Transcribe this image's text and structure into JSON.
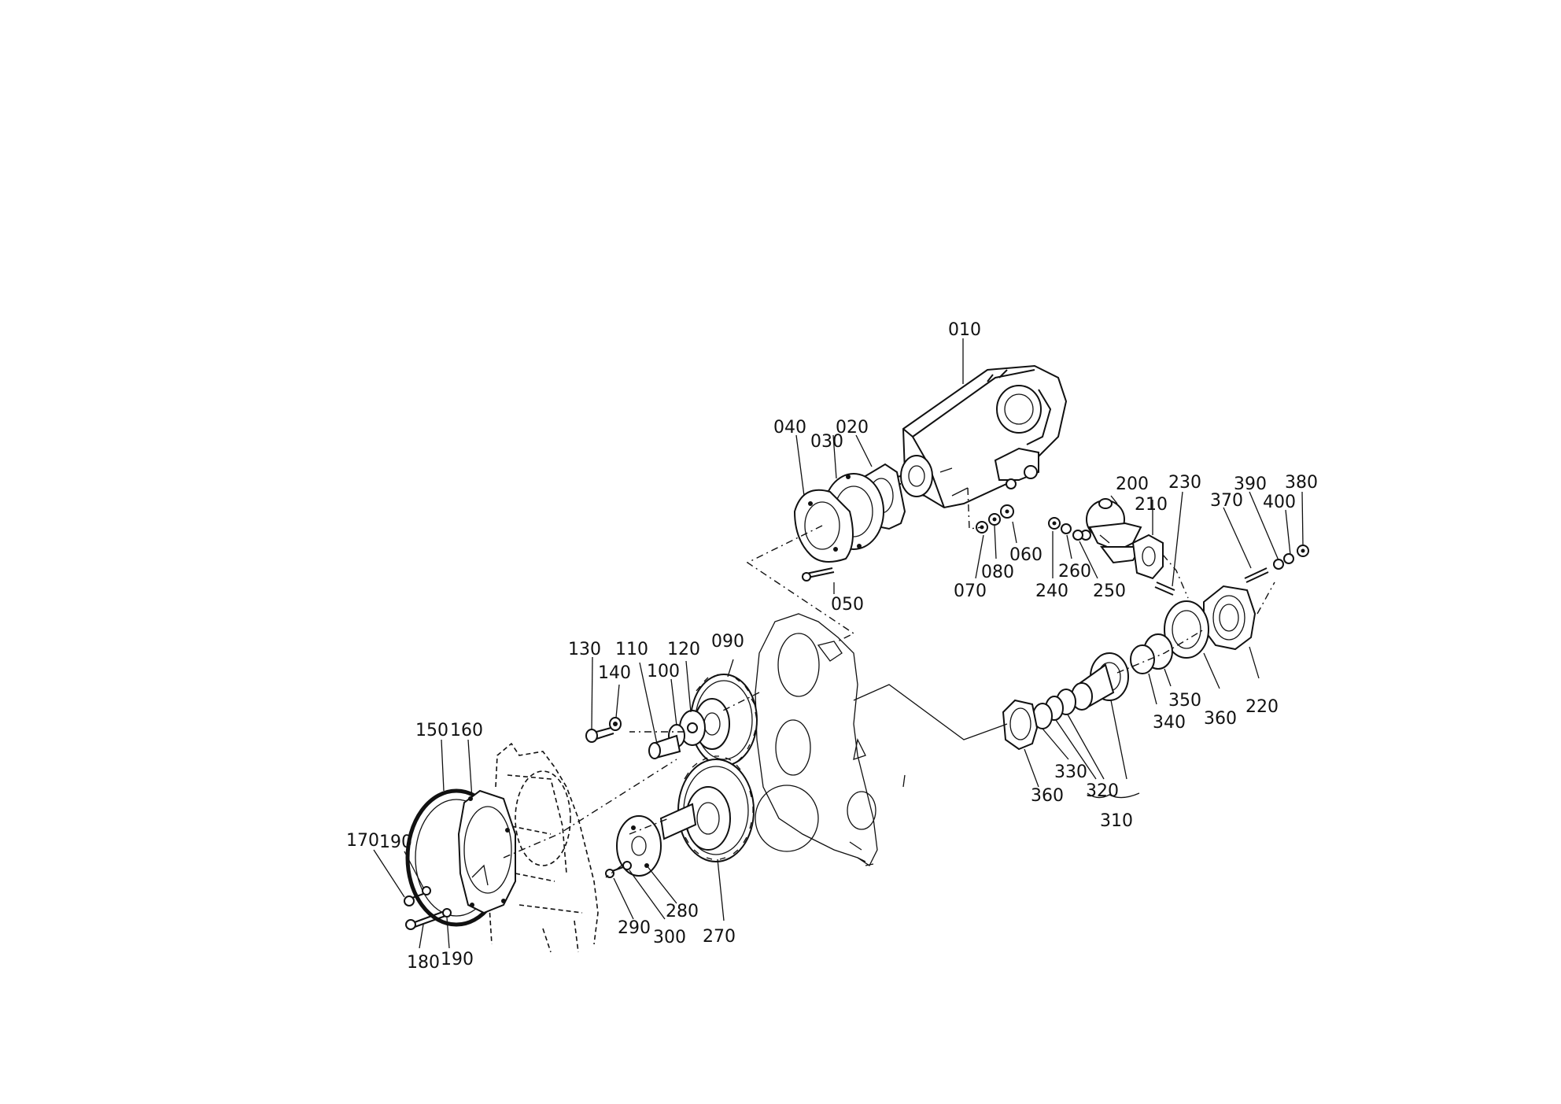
{
  "labels": {
    "l010": "010",
    "l020": "020",
    "l030": "030",
    "l040": "040",
    "l050": "050",
    "l060": "060",
    "l070": "070",
    "l080": "080",
    "l090": "090",
    "l100": "100",
    "l110": "110",
    "l120": "120",
    "l130": "130",
    "l140": "140",
    "l150": "150",
    "l160": "160",
    "l170": "170",
    "l180": "180",
    "l190a": "190",
    "l190b": "190",
    "l200": "200",
    "l210": "210",
    "l220": "220",
    "l230": "230",
    "l240": "240",
    "l250": "250",
    "l260": "260",
    "l270": "270",
    "l280": "280",
    "l290": "290",
    "l300": "300",
    "l310": "310",
    "l320": "320",
    "l330": "330",
    "l340": "340",
    "l350": "350",
    "l360a": "360",
    "l360b": "360",
    "l370": "370",
    "l380": "380",
    "l390": "390",
    "l400": "400"
  }
}
